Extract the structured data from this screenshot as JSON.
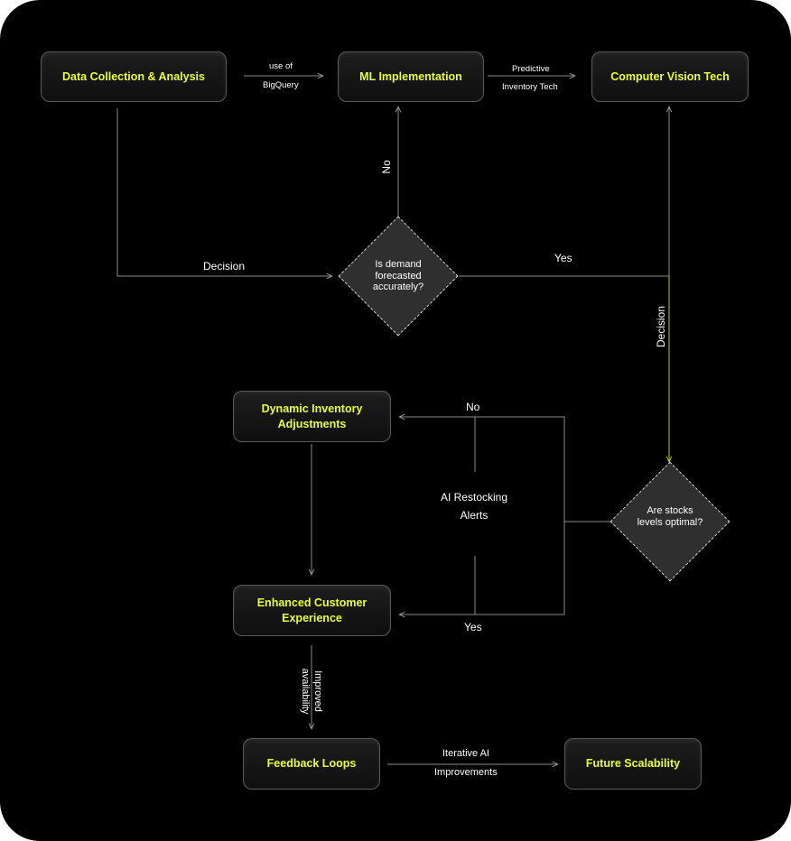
{
  "nodes": {
    "data_collection": "Data Collection & Analysis",
    "ml_implementation": "ML Implementation",
    "computer_vision": "Computer Vision Tech",
    "dynamic_inventory": "Dynamic Inventory Adjustments",
    "enhanced_customer": "Enhanced Customer Experience",
    "feedback_loops": "Feedback Loops",
    "future_scalability": "Future Scalability"
  },
  "decisions": {
    "demand": "Is demand forecasted accurately?",
    "stocks": "Are stocks levels optimal?"
  },
  "edge_labels": {
    "use_of": "use of",
    "bigquery": "BigQuery",
    "predictive": "Predictive",
    "inventory_tech": "Inventory Tech",
    "no_top": "No",
    "decision_left": "Decision",
    "yes_top": "Yes",
    "decision_right": "Decision",
    "no_mid": "No",
    "ai_restocking": "AI Restocking Alerts",
    "yes_mid": "Yes",
    "improved_availability": "Improved availability",
    "iterative_ai": "Iterative AI",
    "improvements": "Improvements"
  },
  "colors": {
    "background": "#000000",
    "node_text": "#e8ff2e",
    "line": "#9a9a9a",
    "highlight_line": "#b5d400"
  }
}
